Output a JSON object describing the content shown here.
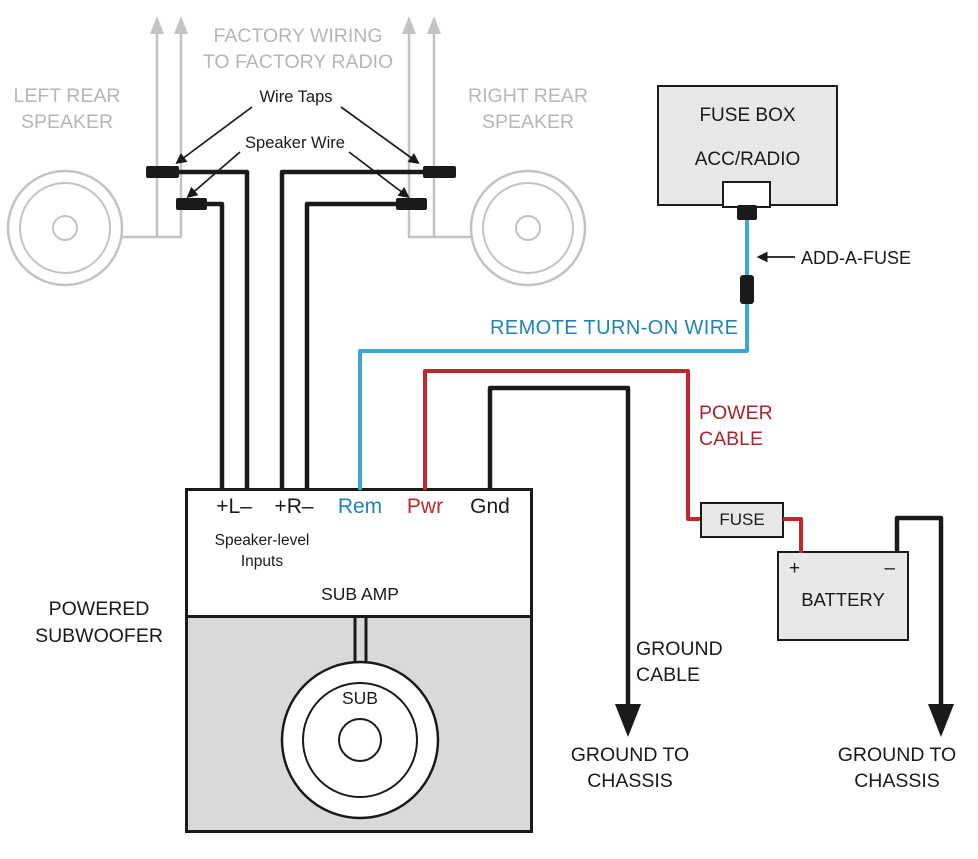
{
  "colors": {
    "black": "#1a1a1a",
    "gray_wire": "#c3c3c3",
    "gray_text": "#b6b6b6",
    "blue_wire": "#3aa5da",
    "blue_text": "#1d84ba",
    "red_wire": "#c1272d",
    "red_text": "#a8232e",
    "box_fill": "#e8e8e8",
    "sub_fill": "#d9d9d9"
  },
  "labels": {
    "factory_wiring_1": "FACTORY WIRING",
    "factory_wiring_2": "TO FACTORY RADIO",
    "left_speaker_1": "LEFT REAR",
    "left_speaker_2": "SPEAKER",
    "right_speaker_1": "RIGHT REAR",
    "right_speaker_2": "SPEAKER",
    "wire_taps": "Wire Taps",
    "speaker_wire": "Speaker Wire",
    "fuse_box": "FUSE BOX",
    "acc_radio": "ACC/RADIO",
    "add_a_fuse": "ADD-A-FUSE",
    "remote_turn_on": "REMOTE TURN-ON WIRE",
    "power_cable_1": "POWER",
    "power_cable_2": "CABLE",
    "fuse": "FUSE",
    "battery": "BATTERY",
    "battery_plus": "+",
    "battery_minus": "–",
    "ground_cable_1": "GROUND",
    "ground_cable_2": "CABLE",
    "ground_chassis_1": "GROUND TO",
    "ground_chassis_2": "CHASSIS",
    "powered_sub_1": "POWERED",
    "powered_sub_2": "SUBWOOFER",
    "speaker_level_1": "Speaker-level",
    "speaker_level_2": "Inputs",
    "sub_amp": "SUB AMP",
    "sub": "SUB",
    "term_l": "+L–",
    "term_r": "+R–",
    "term_rem": "Rem",
    "term_pwr": "Pwr",
    "term_gnd": "Gnd"
  }
}
